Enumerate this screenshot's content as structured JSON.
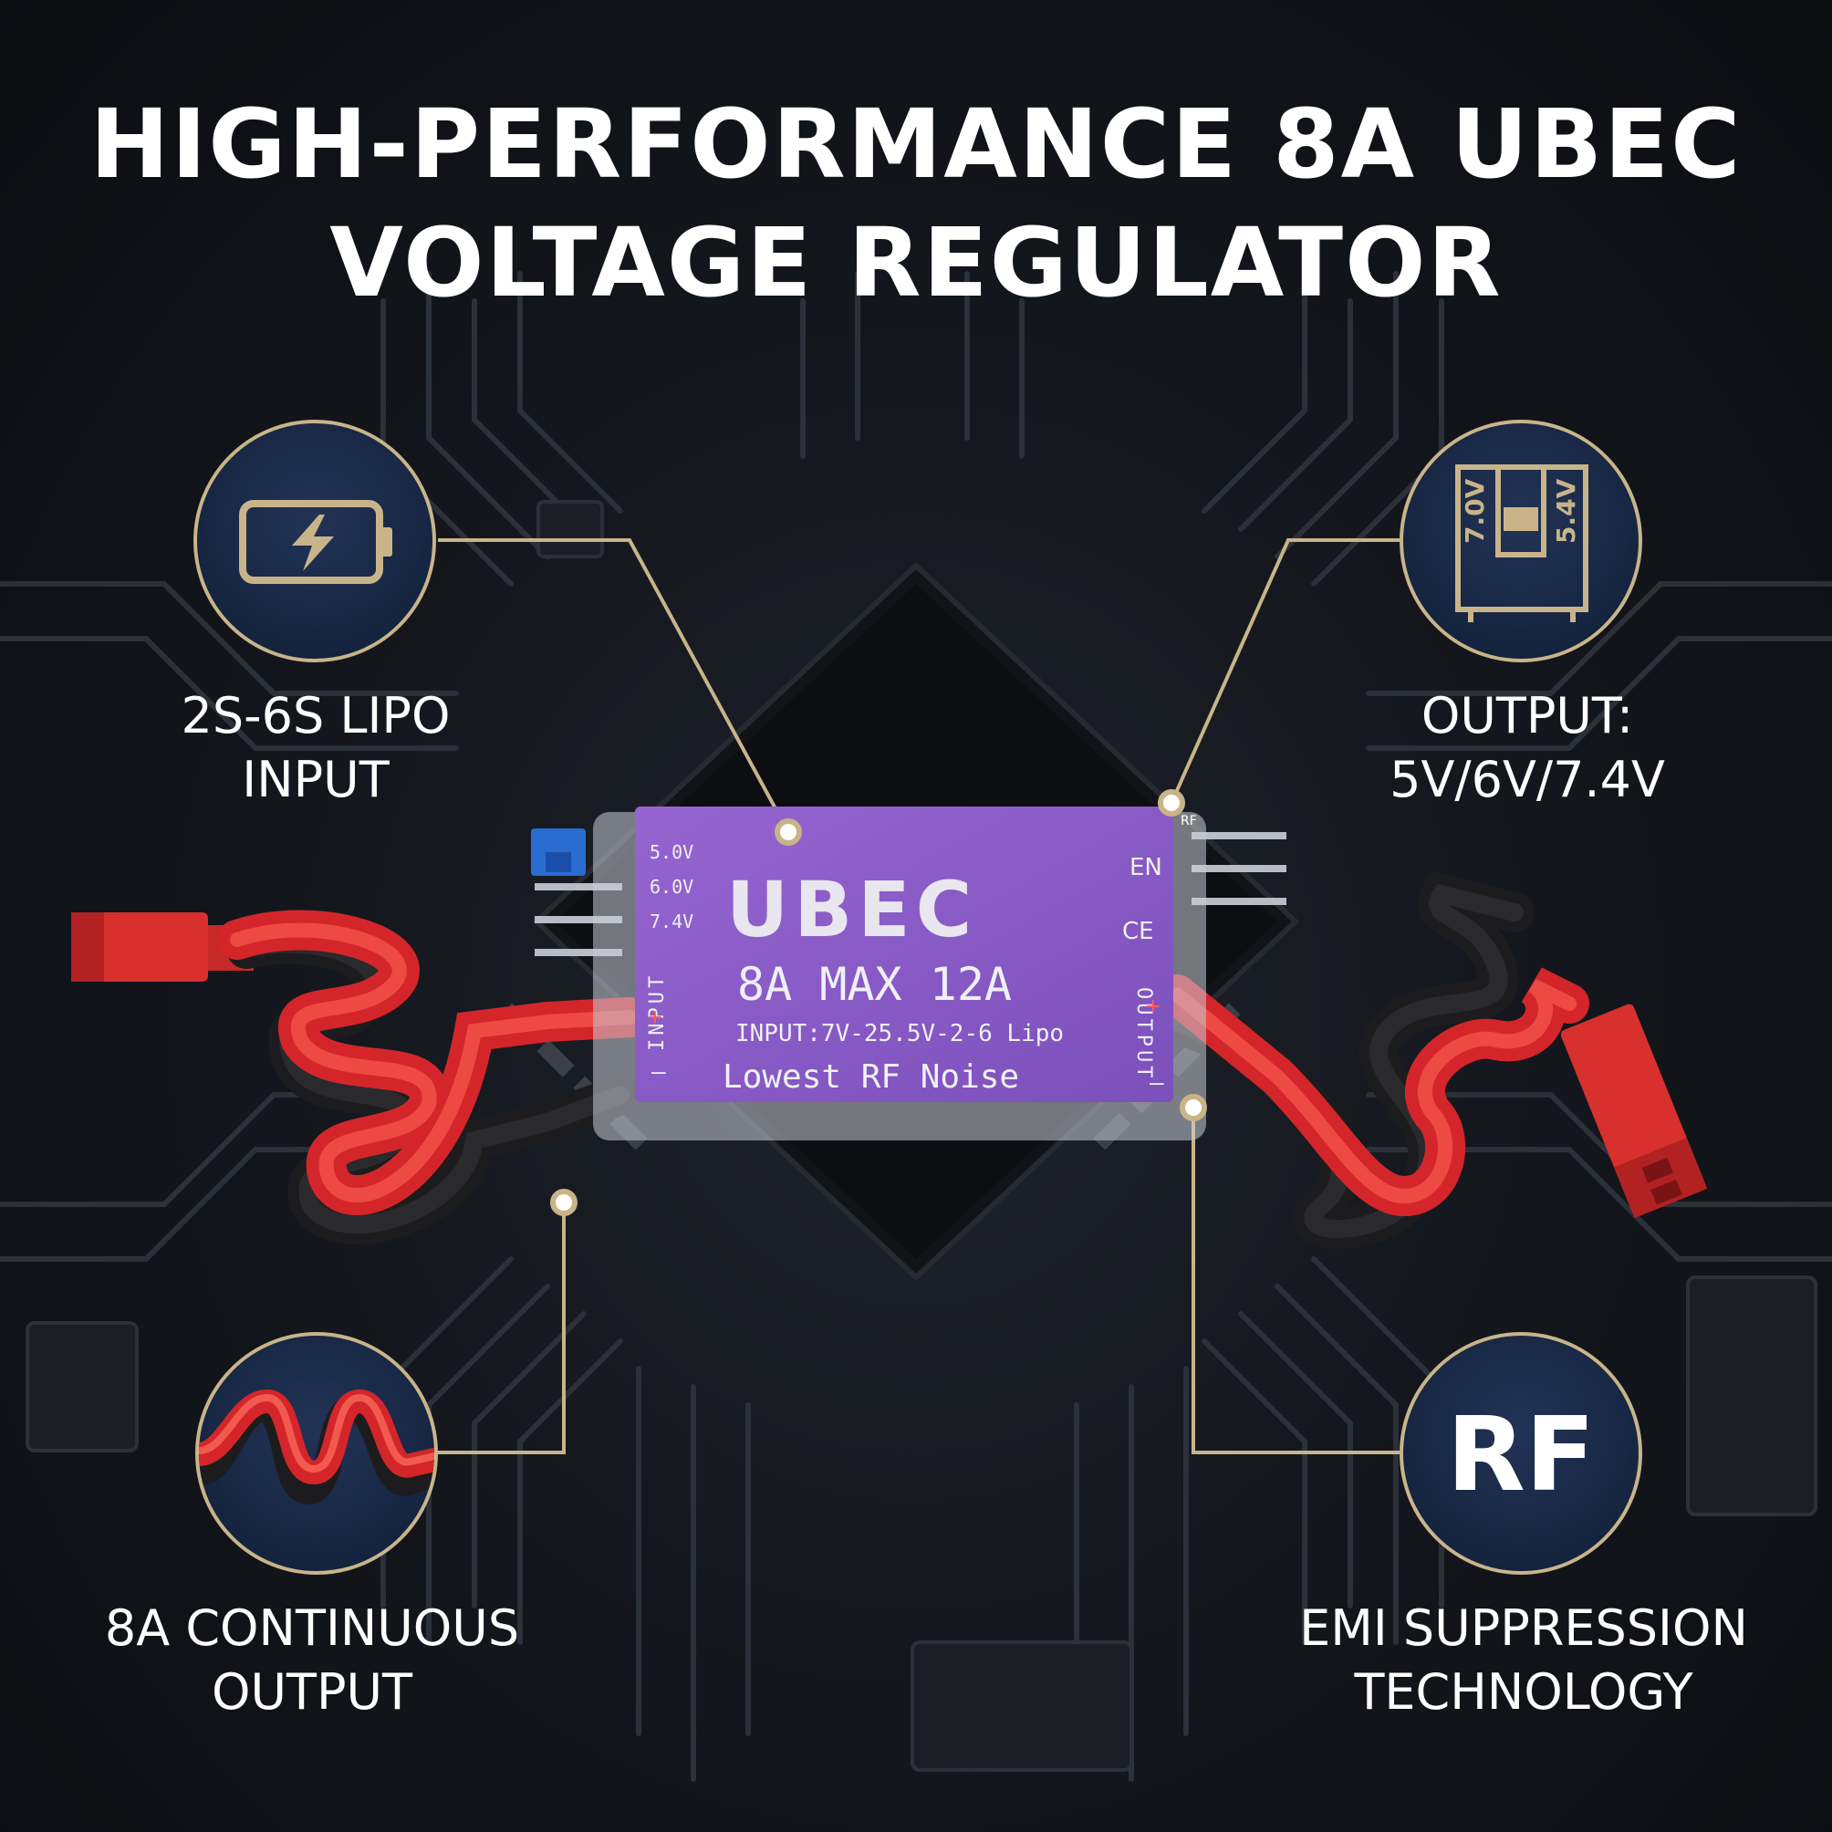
{
  "headline": {
    "line1": "HIGH-PERFORMANCE 8A UBEC",
    "line2": "VOLTAGE REGULATOR"
  },
  "features": [
    {
      "icon": "battery-icon",
      "line1": "2S-6S LIPO",
      "line2": "INPUT"
    },
    {
      "icon": "voltage-jumper-icon",
      "line1": "OUTPUT:",
      "line2": "5V/6V/7.4V",
      "marks": [
        "7.0V",
        "5.4V"
      ]
    },
    {
      "icon": "coiled-wire-icon",
      "line1": "8A CONTINUOUS",
      "line2": "OUTPUT"
    },
    {
      "icon": "rf-icon",
      "badge": "RF",
      "line1": "EMI SUPPRESSION",
      "line2": "TECHNOLOGY"
    }
  ],
  "module": {
    "brand": "UBEC",
    "rating": "8A MAX 12A",
    "input_spec": "INPUT:7V-25.5V-2-6 Lipo",
    "tagline": "Lowest RF Noise",
    "voltages": [
      "5.0V",
      "6.0V",
      "7.4V"
    ],
    "en": "EN",
    "ce": "CE",
    "rf_small": "RF",
    "input_side": "INPUT",
    "output_side": "OUTPUT",
    "plus": "+",
    "minus": "–"
  },
  "colors": {
    "accent_gold": "#c9b48a",
    "circle_navy": "#1a2b4a",
    "module_purple": "#8a5cc8",
    "wire_red": "#d4262a",
    "wire_black": "#1c1c1e"
  }
}
